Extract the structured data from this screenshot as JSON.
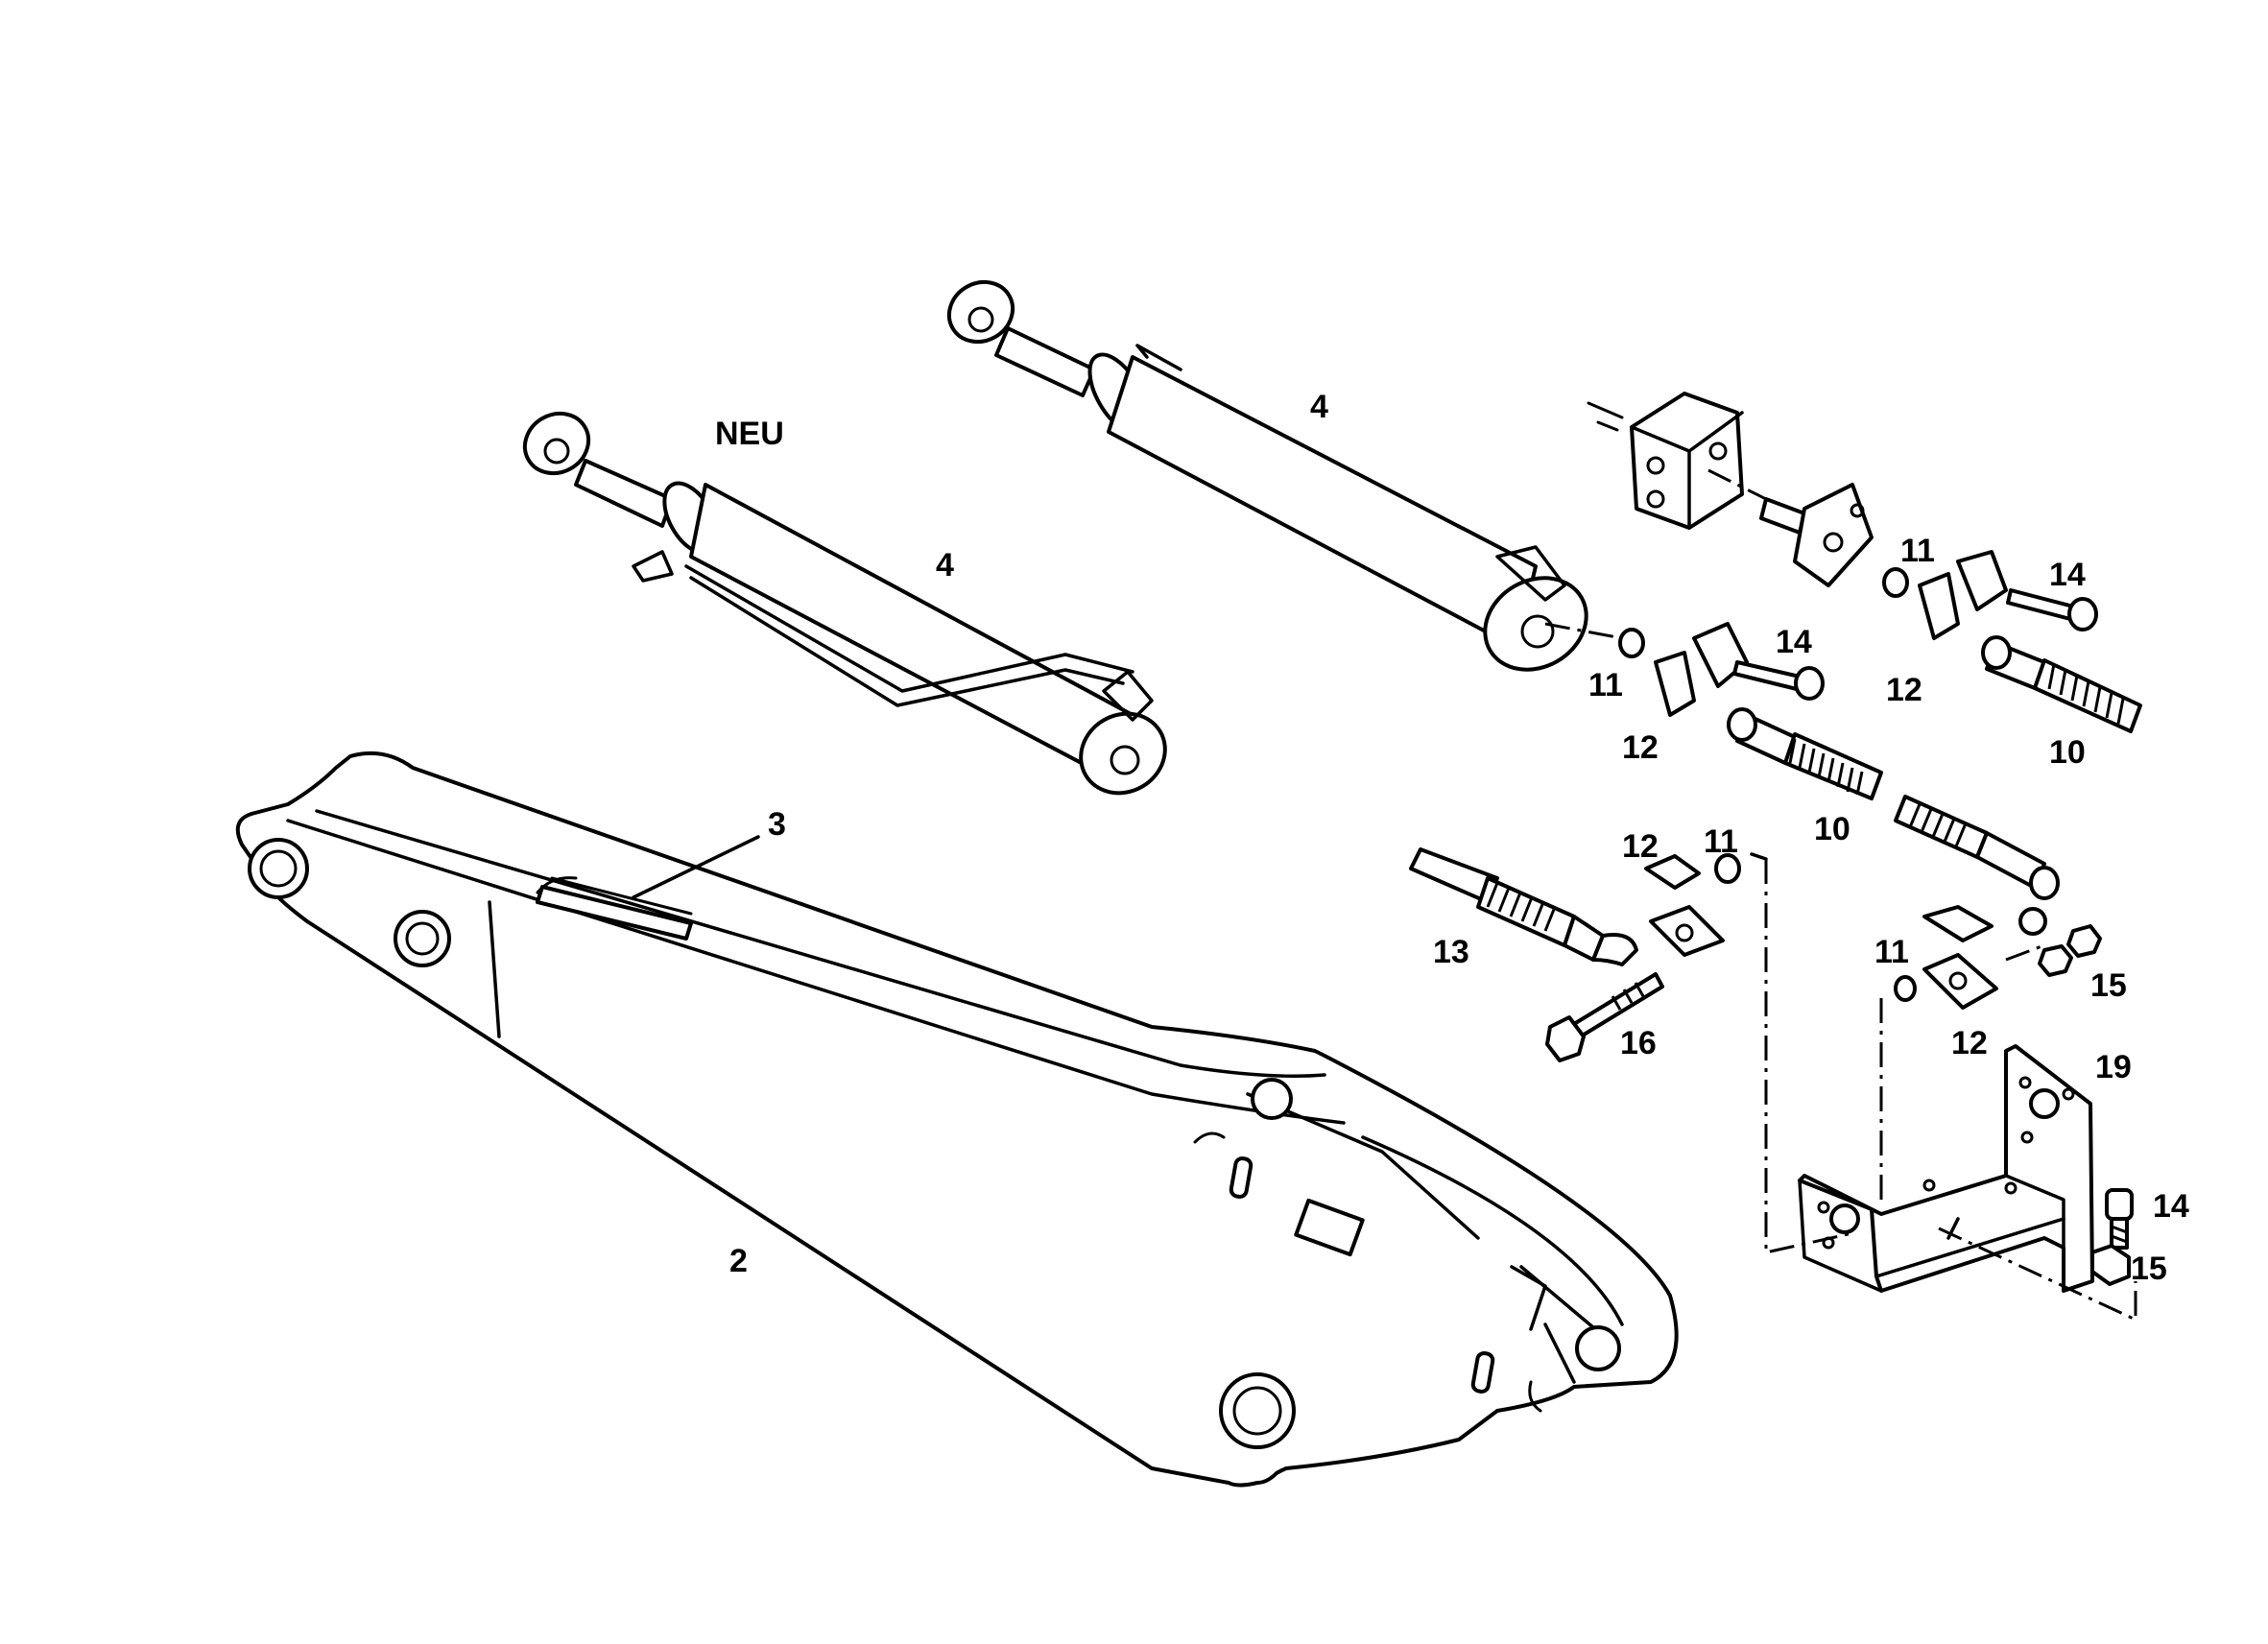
{
  "labels": {
    "neu": "NEU",
    "l2": "2",
    "l3": "3",
    "l4_left": "4",
    "l4_right": "4",
    "l10_a": "10",
    "l10_b": "10",
    "l11_a": "11",
    "l11_b": "11",
    "l11_c": "11",
    "l11_d": "11",
    "l12_a": "12",
    "l12_b": "12",
    "l12_c": "12",
    "l12_d": "12",
    "l13": "13",
    "l14_a": "14",
    "l14_b": "14",
    "l14_c": "14",
    "l15_a": "15",
    "l15_b": "15",
    "l16": "16",
    "l19": "19"
  }
}
